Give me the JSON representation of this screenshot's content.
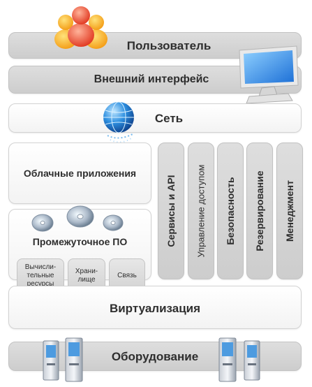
{
  "layers": {
    "user": "Пользователь",
    "external_interface": "Внешний интерфейс",
    "network": "Сеть",
    "cloud_apps": "Облачные приложения",
    "middleware": "Промежуточное ПО",
    "virtualization": "Виртуализация",
    "hardware": "Оборудование"
  },
  "middleware_parts": {
    "compute": "Вычисли-тельные ресурсы",
    "storage": "Храни-лище",
    "comm": "Связь"
  },
  "vertical": [
    "Сервисы и API",
    "Управление доступом",
    "Безопасность",
    "Резервирование",
    "Менеджмент"
  ],
  "icons": [
    "users-icon",
    "monitor-icon",
    "globe-icon",
    "disc-icon",
    "server-icon"
  ],
  "colors": {
    "layer_fill": "#f2f2f2",
    "layer_dark": "#d4d4d4",
    "text": "#2e2e2e",
    "globe": "#1f7fd0"
  }
}
